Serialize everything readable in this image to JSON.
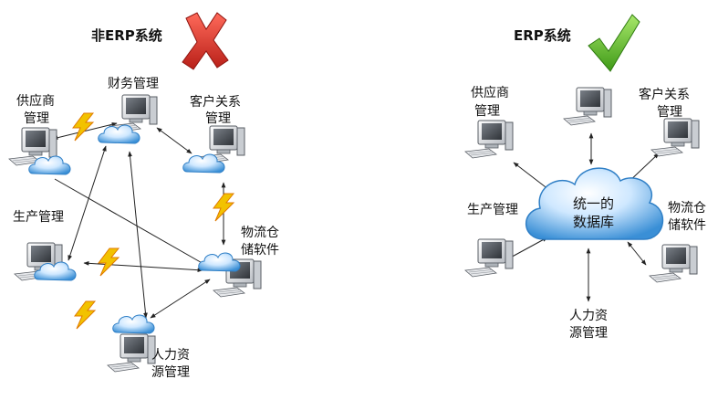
{
  "left_panel": {
    "title": "非ERP系统",
    "status_icon": "red-x-icon",
    "nodes": [
      {
        "id": "supplier",
        "lines": [
          "供应商",
          "管理"
        ]
      },
      {
        "id": "finance",
        "lines": [
          "财务管理"
        ]
      },
      {
        "id": "crm",
        "lines": [
          "客户关系",
          "管理"
        ]
      },
      {
        "id": "production",
        "lines": [
          "生产管理"
        ]
      },
      {
        "id": "logistics",
        "lines": [
          "物流仓",
          "储软件"
        ]
      },
      {
        "id": "hr",
        "lines": [
          "人力资",
          "源管理"
        ]
      }
    ]
  },
  "right_panel": {
    "title": "ERP系统",
    "status_icon": "green-check-icon",
    "center": {
      "lines": [
        "统一的",
        "数据库"
      ]
    },
    "nodes": [
      {
        "id": "supplier",
        "lines": [
          "供应商",
          "管理"
        ]
      },
      {
        "id": "finance",
        "lines": []
      },
      {
        "id": "crm",
        "lines": [
          "客户关系",
          "管理"
        ]
      },
      {
        "id": "production",
        "lines": [
          "生产管理"
        ]
      },
      {
        "id": "logistics",
        "lines": [
          "物流仓",
          "储软件"
        ]
      },
      {
        "id": "hr",
        "lines": [
          "人力资",
          "源管理"
        ]
      }
    ]
  },
  "colors": {
    "cloud": "#3a8fd6",
    "cloud_light": "#dff0ff",
    "lightning": "#f2c200",
    "lightning_edge": "#e07a00",
    "x_mark": "#d8322b",
    "check_mark": "#5fbf2a"
  }
}
